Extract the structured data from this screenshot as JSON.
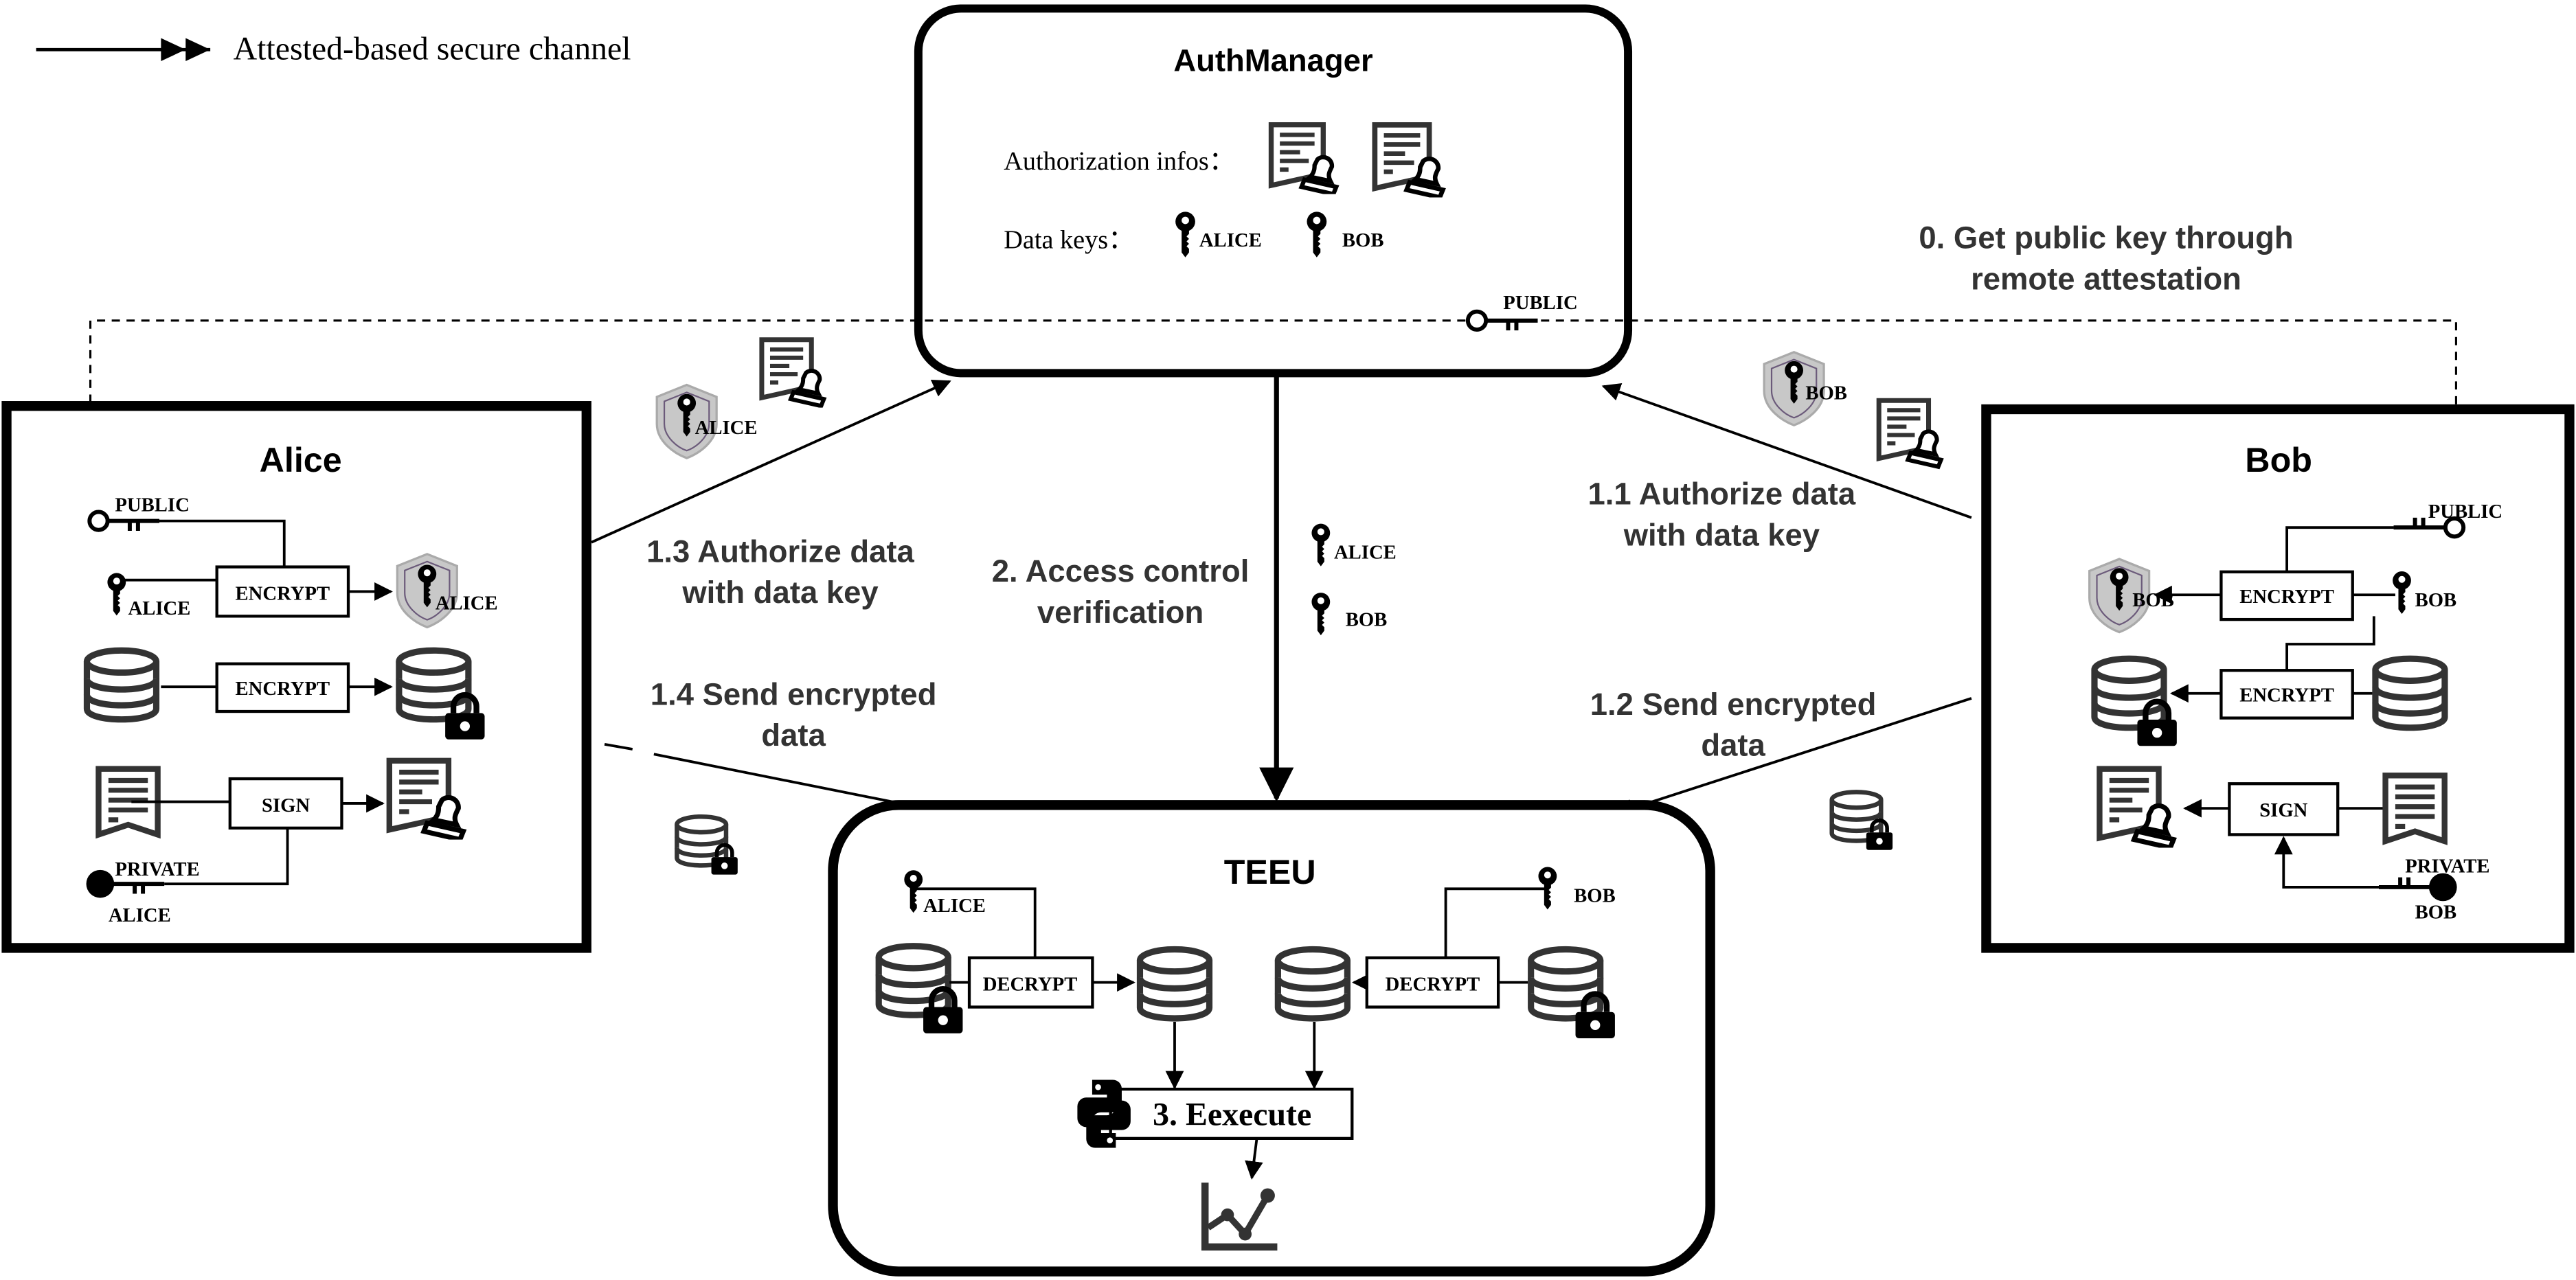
{
  "legend": {
    "label": "Attested-based secure channel",
    "icon": "double-arrow-icon"
  },
  "auth_manager": {
    "title": "AuthManager",
    "auth_infos_label": "Authorization infos：",
    "data_keys_label": "Data keys：",
    "public_label": "PUBLIC"
  },
  "step0": {
    "line1": "0. Get public key through",
    "line2": "remote attestation"
  },
  "alice": {
    "title": "Alice"
  },
  "bob": {
    "title": "Bob"
  },
  "teeu": {
    "title": "TEEU",
    "execute_label": "3. Eexecute"
  },
  "ops": {
    "encrypt": "ENCRYPT",
    "decrypt": "DECRYPT",
    "sign": "SIGN"
  },
  "keys": {
    "alice": "ALICE",
    "bob": "BOB",
    "public": "PUBLIC",
    "private": "PRIVATE"
  },
  "steps": {
    "s1_1": {
      "line1": "1.1 Authorize data",
      "line2": "with data key"
    },
    "s1_2": {
      "line1": "1.2 Send encrypted",
      "line2": "data"
    },
    "s1_3": {
      "line1": "1.3 Authorize data",
      "line2": "with data key"
    },
    "s1_4": {
      "line1": "1.4 Send encrypted",
      "line2": "data"
    },
    "s2": {
      "line1": "2. Access control",
      "line2": "verification"
    }
  },
  "colors": {
    "stroke": "#000000",
    "icon": "#333333",
    "shield": "#c8c8c8",
    "label": "#333333"
  }
}
